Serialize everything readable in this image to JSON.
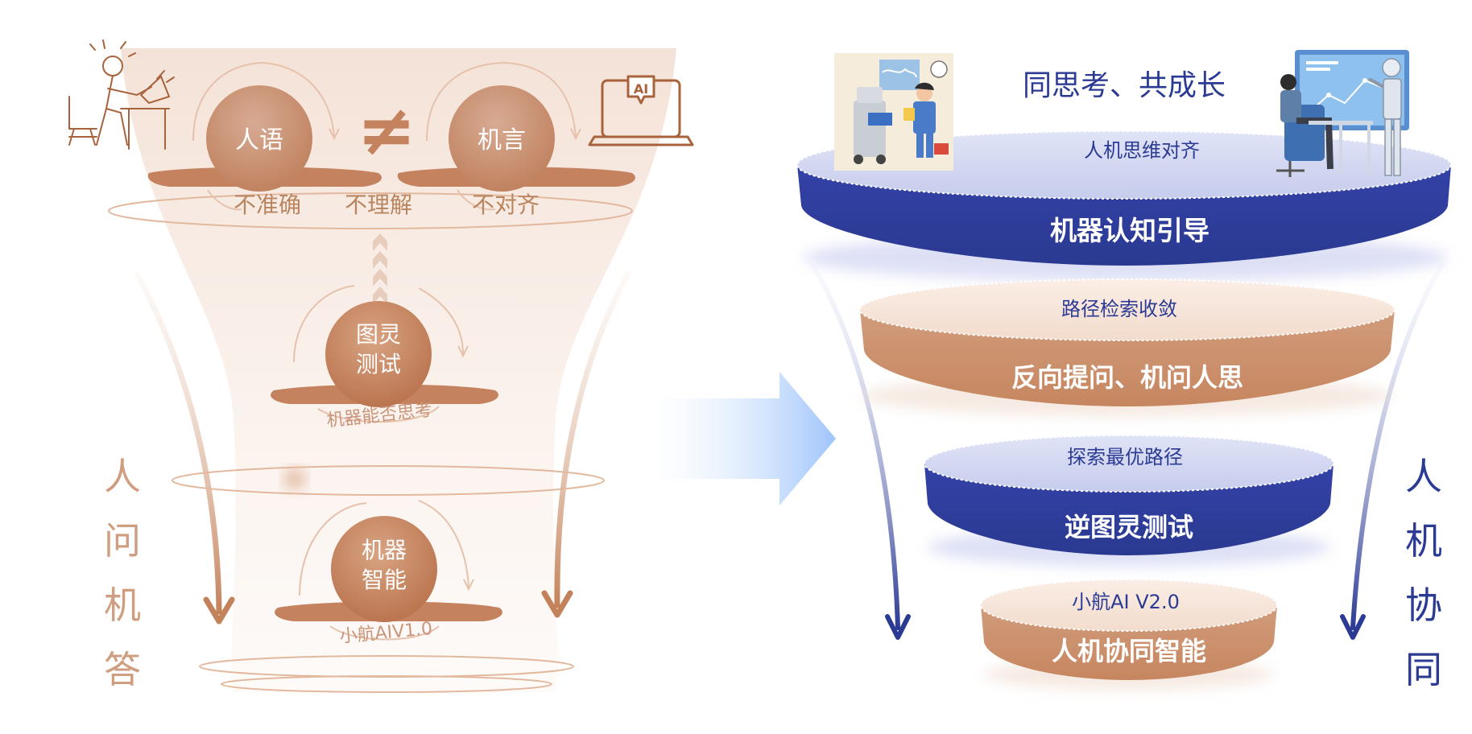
{
  "left": {
    "vertical_label": [
      "人",
      "问",
      "机",
      "答"
    ],
    "top_circles": [
      {
        "label": "人语"
      },
      {
        "label": "机言"
      }
    ],
    "not_equal_symbol": "≠",
    "top_ring_labels": [
      "不准确",
      "不理解",
      "不对齐"
    ],
    "turing": {
      "label_line1": "图灵",
      "label_line2": "测试",
      "arc_text": "机器能否思考"
    },
    "machine": {
      "label_line1": "机器",
      "label_line2": "智能",
      "arc_text": "小航AIV1.0"
    },
    "ai_icon_text": "AI"
  },
  "right": {
    "top_title": "同思考、共成长",
    "vertical_label": [
      "人",
      "机",
      "协",
      "同"
    ],
    "disks": [
      {
        "top_text": "人机思维对齐",
        "side_text": "机器认知引导",
        "theme": "blue"
      },
      {
        "top_text": "路径检索收敛",
        "side_text": "反向提问、机问人思",
        "theme": "brown"
      },
      {
        "top_text": "探索最优路径",
        "side_text": "逆图灵测试",
        "theme": "blue"
      },
      {
        "top_text": "小航AI V2.0",
        "side_text": "人机协同智能",
        "theme": "brown"
      }
    ]
  },
  "colors": {
    "brown": "#c88a66",
    "brown_dark": "#a8633c",
    "brown_text": "#c08764",
    "blue": "#2f3f9e",
    "blue_top": "#cdd2ef",
    "blue_text": "#2b3a93",
    "arrow_light": "#a9cbfb"
  }
}
